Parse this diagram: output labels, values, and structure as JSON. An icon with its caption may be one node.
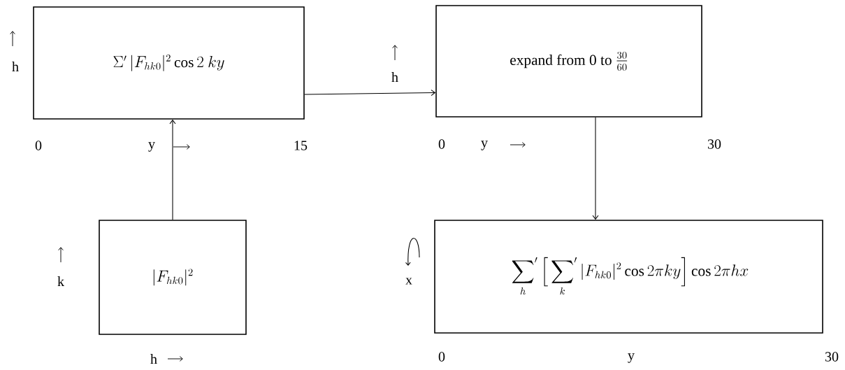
{
  "diagram": {
    "nodes": [
      {
        "text": [
          "\\Sigma^{\\prime}\\,|F_{hk0}|^{2}\\cos 2\\ ky"
        ]
      },
      {
        "text": [
          "\\text{expand from 0 to }\\frac{30}{60}"
        ]
      },
      {
        "text": [
          "|F_{hk0}|^{2}"
        ]
      },
      {
        "text": [
          "\\sideset{}{'}\\sum_{h}\\Big[\\sideset{}{'}\\sum_{k}|F_{hk0}|^{2}\\cos 2\\pi ky\\Big]\\cos 2\\pi hx"
        ]
      }
    ],
    "edges": [
      {
        "from": 0,
        "to": 1,
        "arrow": "to"
      },
      {
        "from": 1,
        "to": 3,
        "arrow": "to"
      },
      {
        "from": 2,
        "to": 0,
        "arrow": "to"
      }
    ],
    "labels": [
      "h",
      "0",
      "y",
      "15",
      "h",
      "0",
      "y",
      "30",
      "k",
      "x",
      "h",
      "0",
      "y",
      "30"
    ]
  }
}
